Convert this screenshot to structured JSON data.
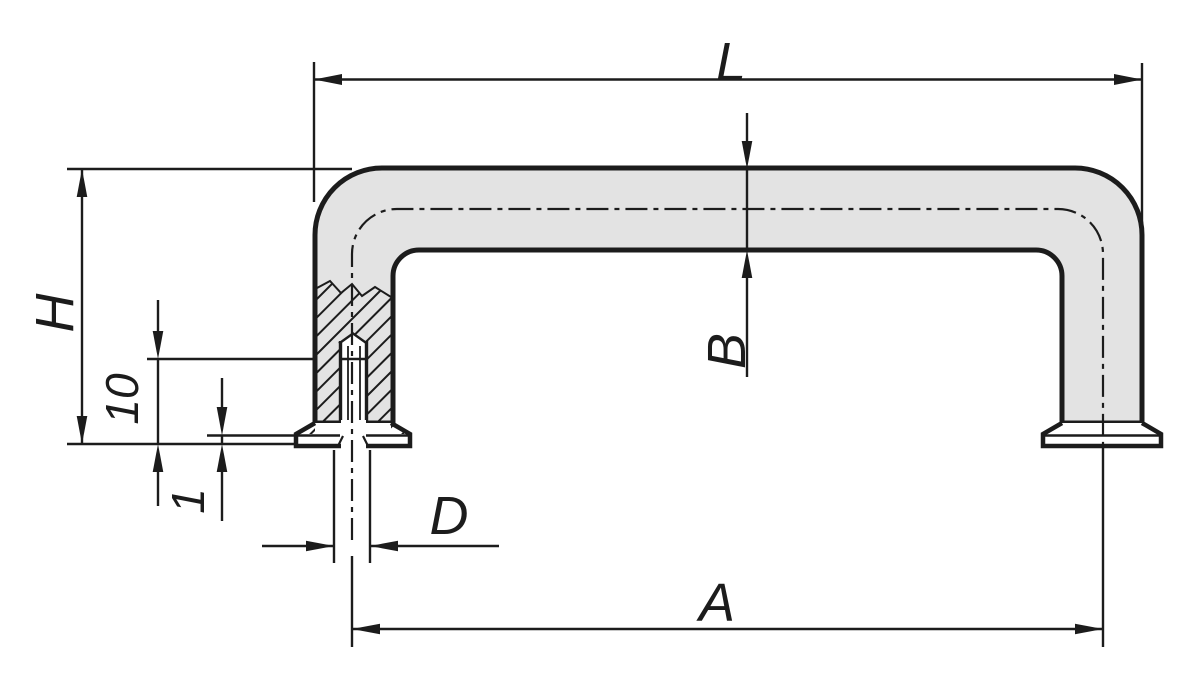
{
  "drawing": {
    "labels": {
      "length": "L",
      "height": "H",
      "bar_thickness": "B",
      "mounting_distance": "A",
      "thread_diameter": "D",
      "thread_depth": "10",
      "collar_height": "1"
    },
    "colors": {
      "line": "#1c1c1c",
      "part_fill": "#e3e3e3",
      "background": "#ffffff"
    }
  }
}
